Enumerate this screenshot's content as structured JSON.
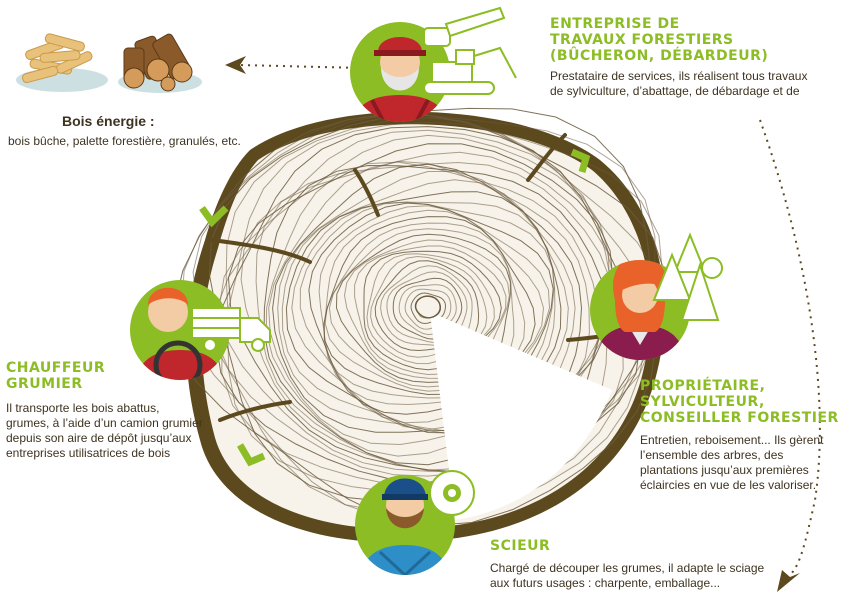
{
  "energy": {
    "title": "Bois énergie :",
    "text": "bois bûche, palette forestière, granulés, etc."
  },
  "roles": [
    {
      "title_lines": [
        "ENTREPRISE DE",
        "TRAVAUX FORESTIERS",
        "(BÛCHERON, DÉBARDEUR)"
      ],
      "desc_lines": [
        "Prestataire de services, ils réalisent tous travaux",
        "de sylviculture, d’abattage, de débardage et de"
      ]
    },
    {
      "title_lines": [
        "PROPRIÉTAIRE,",
        "SYLVICULTEUR,",
        "CONSEILLER FORESTIER"
      ],
      "desc_lines": [
        "Entretien, reboisement... Ils gèrent",
        "l’ensemble des arbres, des",
        "plantations jusqu’aux premières",
        "éclaircies en vue de les valoriser."
      ]
    },
    {
      "title_lines": [
        "SCIEUR"
      ],
      "desc_lines": [
        "Chargé de découper les grumes, il adapte le sciage",
        "aux futurs usages : charpente, emballage..."
      ]
    },
    {
      "title_lines": [
        "CHAUFFEUR",
        "GRUMIER"
      ],
      "desc_lines": [
        "Il transporte les bois abattus,",
        "grumes, à l’aide d’un camion grumier",
        "depuis son aire de dépôt jusqu’aux",
        "entreprises utilisatrices de bois"
      ]
    }
  ],
  "colors": {
    "green": "#8cbd24",
    "bark": "#5c4a1e",
    "ring": "#6b5a3e",
    "text": "#3e3320"
  }
}
